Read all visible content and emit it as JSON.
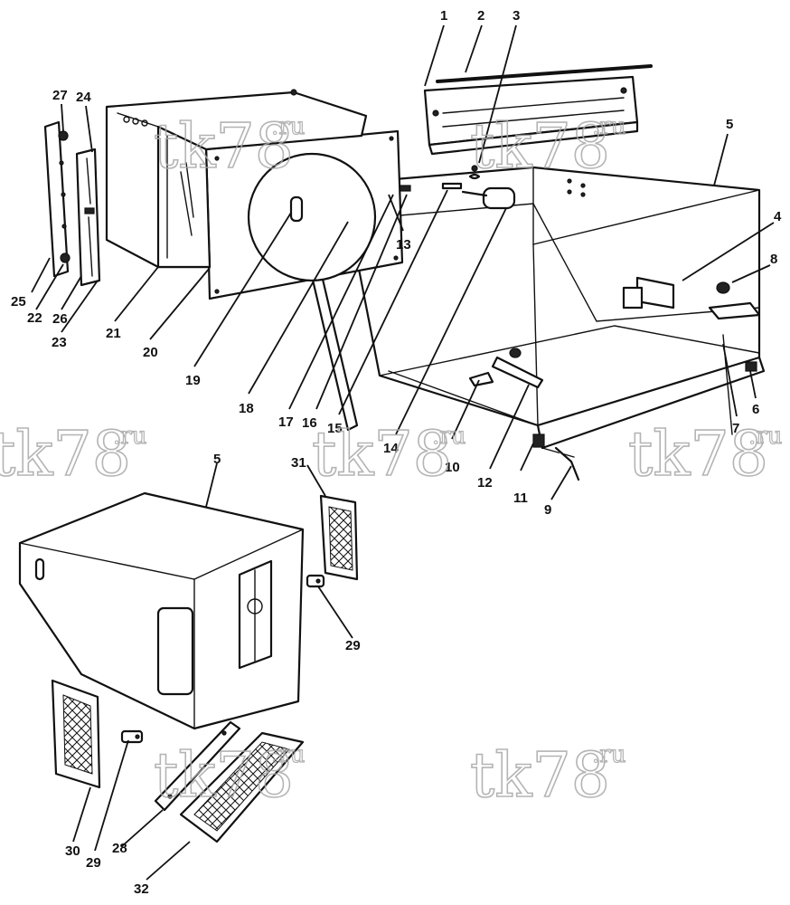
{
  "watermark": {
    "main": "tk78",
    "suffix": ".ru"
  },
  "callouts": {
    "c1": "1",
    "c2": "2",
    "c3": "3",
    "c4": "4",
    "c5a": "5",
    "c5b": "5",
    "c6": "6",
    "c7": "7",
    "c8": "8",
    "c9": "9",
    "c10": "10",
    "c11": "11",
    "c12": "12",
    "c13": "13",
    "c14": "14",
    "c15": "15",
    "c16": "16",
    "c17": "17",
    "c18": "18",
    "c19": "19",
    "c20": "20",
    "c21": "21",
    "c22": "22",
    "c23": "23",
    "c24": "24",
    "c25": "25",
    "c26": "26",
    "c27": "27",
    "c28": "28",
    "c29a": "29",
    "c29b": "29",
    "c30": "30",
    "c31": "31",
    "c32": "32"
  }
}
